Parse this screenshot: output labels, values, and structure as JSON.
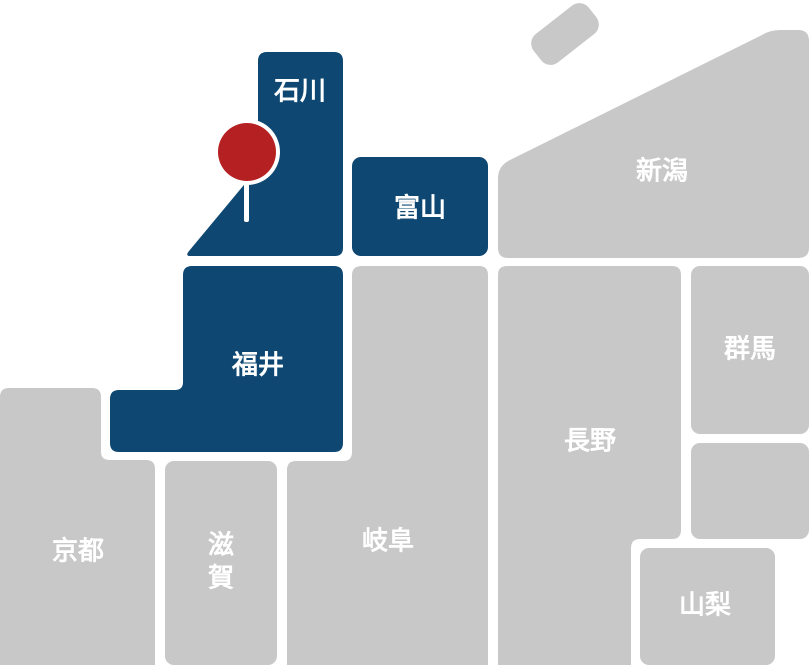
{
  "map": {
    "colors": {
      "active": "#0e4872",
      "inactive": "#c8c8c8",
      "label": "#ffffff",
      "pin": "#b52022"
    },
    "prefectures": {
      "ishikawa": {
        "label": "石川",
        "active": true
      },
      "toyama": {
        "label": "富山",
        "active": true
      },
      "fukui": {
        "label": "福井",
        "active": true
      },
      "niigata": {
        "label": "新潟",
        "active": false
      },
      "gunma": {
        "label": "群馬",
        "active": false
      },
      "nagano": {
        "label": "長野",
        "active": false
      },
      "gifu": {
        "label": "岐阜",
        "active": false
      },
      "kyoto": {
        "label": "京都",
        "active": false
      },
      "shiga": {
        "label_line1": "滋",
        "label_line2": "賀",
        "active": false
      },
      "yamanashi": {
        "label": "山梨",
        "active": false
      },
      "saitama": {
        "label": "",
        "active": false
      },
      "sado": {
        "label": "",
        "active": false
      }
    },
    "pin": {
      "icon": "location-pin-icon",
      "target": "ishikawa"
    }
  }
}
